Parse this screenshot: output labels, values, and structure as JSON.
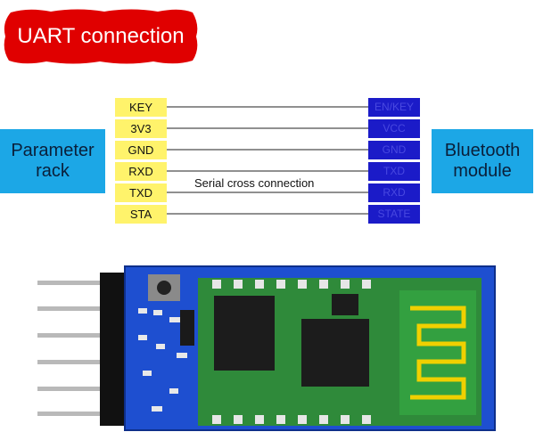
{
  "banner": {
    "title": "UART connection",
    "color": "#e00000"
  },
  "left_box": {
    "line1": "Parameter",
    "line2": "rack"
  },
  "right_box": {
    "line1": "Bluetooth",
    "line2": "module"
  },
  "left_pins": [
    "KEY",
    "3V3",
    "GND",
    "RXD",
    "TXD",
    "STA"
  ],
  "right_pins": [
    "EN/KEY",
    "VCC",
    "GND",
    "TXD",
    "RXD",
    "STATE"
  ],
  "cross_label": "Serial cross connection",
  "colors": {
    "accent_blue": "#1ca7e6",
    "pin_yellow": "#fff36b",
    "pin_blue": "#1b1bc8",
    "pcb_blue": "#1e4fd0",
    "pcb_green": "#2f8a3a"
  }
}
